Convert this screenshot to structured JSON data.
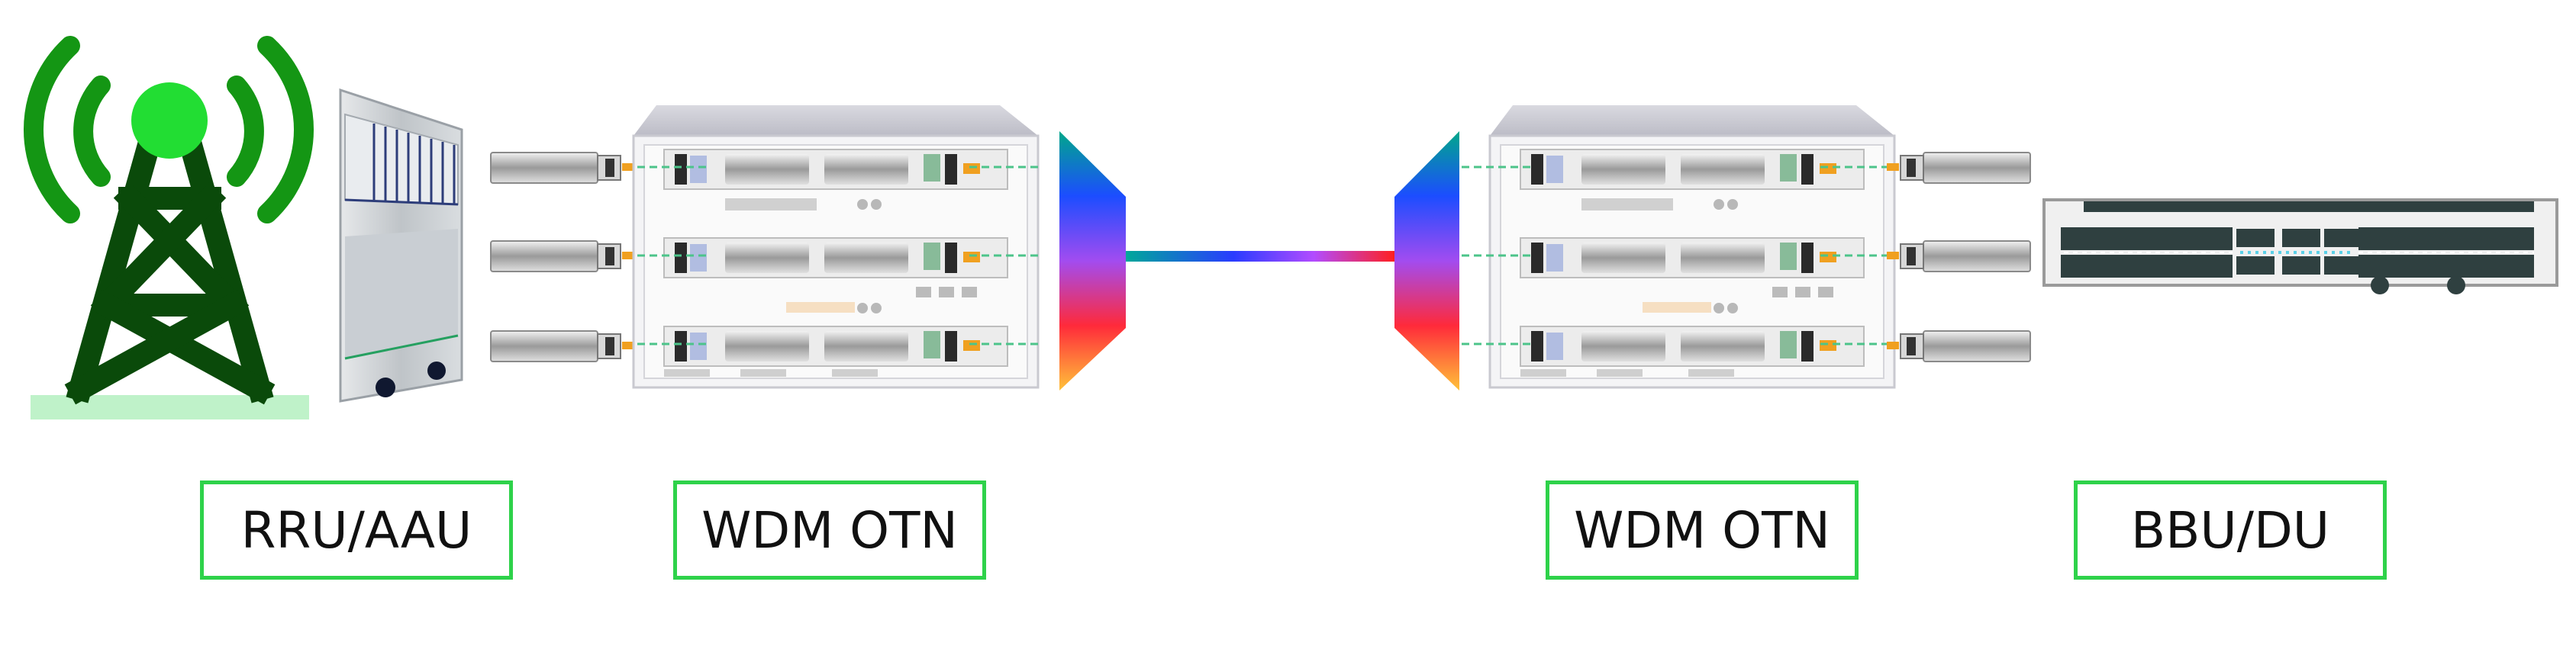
{
  "labels": {
    "rru": "RRU/AAU",
    "wdm_left": "WDM OTN",
    "wdm_right": "WDM OTN",
    "bbu": "BBU/DU"
  },
  "colors": {
    "tower": "#0a4a0a",
    "wave": "#149614",
    "beacon": "#22dd33",
    "ground": "#bff2c9",
    "label_border": "#2ed24a",
    "fiber_gradient": [
      "#00a89a",
      "#2a3cff",
      "#b24cff",
      "#ff2020"
    ]
  },
  "icons": {
    "tower": "radio-tower-icon",
    "rru": "rru-unit-icon",
    "otn": "otn-chassis-icon",
    "mux": "wdm-mux-prism-icon",
    "bbu": "bbu-rack-icon"
  }
}
